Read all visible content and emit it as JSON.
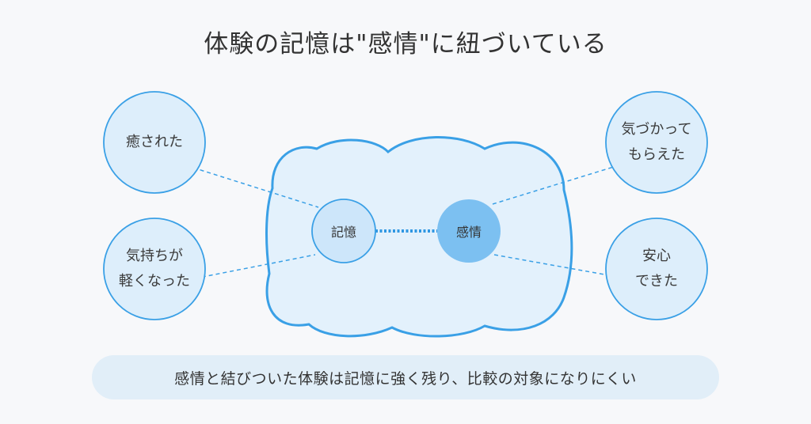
{
  "title": "体験の記憶は\"感情\"に紐づいている",
  "core": {
    "memory": "記憶",
    "emotion": "感情"
  },
  "experiences": {
    "top_left": [
      "癒された"
    ],
    "bottom_left": [
      "気持ちが",
      "軽くなった"
    ],
    "top_right": [
      "気づかって",
      "もらえた"
    ],
    "bottom_right": [
      "安心",
      "できた"
    ]
  },
  "caption": "感情と結びついた体験は記憶に強く残り、比較の対象になりにくい",
  "colors": {
    "background": "#f7f8fa",
    "outline_blue": "#3aa0e6",
    "cloud_fill": "#e3f1fc",
    "bubble_fill": "#ddeefb",
    "memory_fill": "#cde6fa",
    "emotion_fill": "#7cc0f1",
    "banner_fill": "#e1eef8",
    "text": "#333333"
  }
}
